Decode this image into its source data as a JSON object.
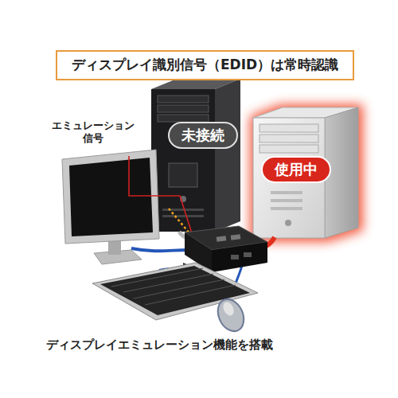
{
  "diagram": {
    "caption": "ディスプレイエミュレーション機能を搭載",
    "nodes": [
      {
        "text": [
          "ディスプレイ識別信号（EDID）は常時認識"
        ]
      },
      {
        "text": [
          "未接続"
        ]
      },
      {
        "text": [
          "使用中"
        ]
      }
    ],
    "labels": [
      "エミュレーション 信号"
    ]
  }
}
